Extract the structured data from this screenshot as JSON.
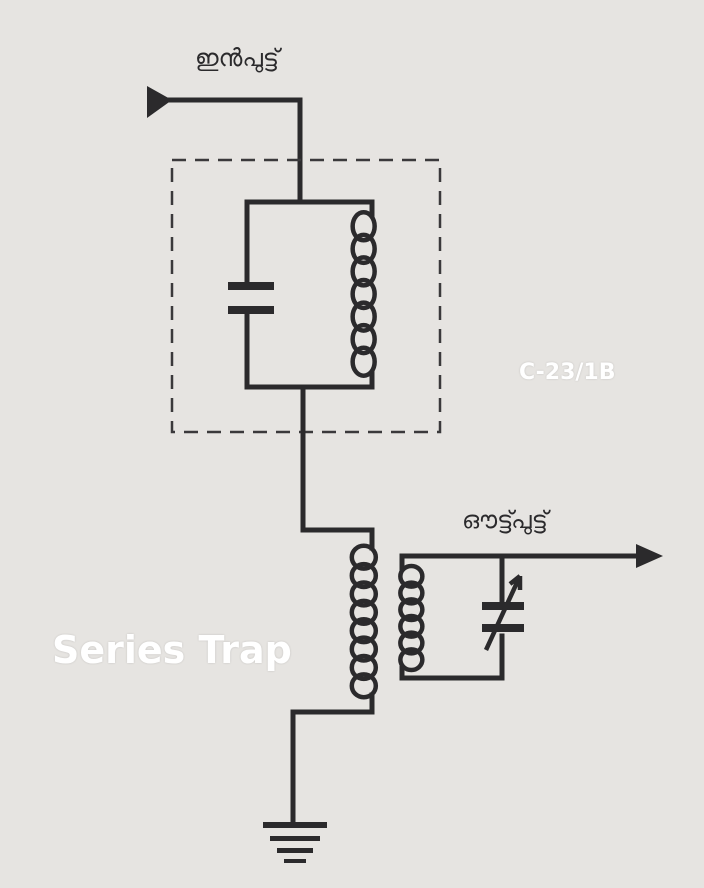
{
  "labels": {
    "input": "ഇൻപുട്ട്",
    "output": "ഔട്ട്പുട്ട്",
    "code": "C-23/1B",
    "title": "Series Trap"
  },
  "colors": {
    "background": "#e6e4e1",
    "ink": "#2b2a2c",
    "overlay_text": "#ffffff"
  }
}
